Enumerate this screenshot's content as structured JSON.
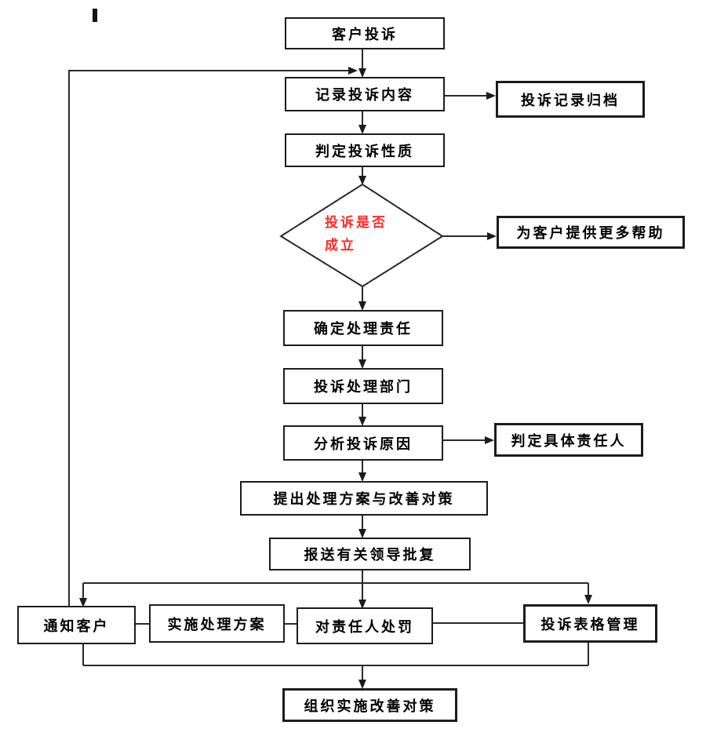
{
  "diagram": {
    "type": "flowchart",
    "language": "zh-CN",
    "colors": {
      "background": "#ffffff",
      "line": "#2a2a2a",
      "box_border": "#1c1c1c",
      "text": "#000000",
      "decision_text": "#ff2a2a"
    }
  },
  "nodes": {
    "customer_complaint": {
      "label": "客户投诉"
    },
    "record_content": {
      "label": "记录投诉内容"
    },
    "record_archive": {
      "label": "投诉记录归档"
    },
    "judge_nature": {
      "label": "判定投诉性质"
    },
    "validity_decision": {
      "line1": "投诉是否",
      "line2": "成立"
    },
    "provide_help": {
      "label": "为客户提供更多帮助"
    },
    "determine_responsibility": {
      "label": "确定处理责任"
    },
    "handling_department": {
      "label": "投诉处理部门"
    },
    "analyze_cause": {
      "label": "分析投诉原因"
    },
    "specific_person": {
      "label": "判定具体责任人"
    },
    "propose_plan": {
      "label": "提出处理方案与改善对策"
    },
    "submit_approval": {
      "label": "报送有关领导批复"
    },
    "notify_customer": {
      "label": "通知客户"
    },
    "implement_plan": {
      "label": "实施处理方案"
    },
    "punish_person": {
      "label": "对责任人处罚"
    },
    "form_management": {
      "label": "投诉表格管理"
    },
    "organize_implement": {
      "label": "组织实施改善对策"
    }
  },
  "flow": [
    "客户投诉 → 记录投诉内容",
    "记录投诉内容 → 投诉记录归档",
    "记录投诉内容 → 判定投诉性质",
    "判定投诉性质 → 投诉是否成立",
    "投诉是否成立 → 为客户提供更多帮助",
    "投诉是否成立 → 确定处理责任",
    "确定处理责任 → 投诉处理部门",
    "投诉处理部门 → 分析投诉原因",
    "分析投诉原因 → 判定具体责任人",
    "分析投诉原因 → 提出处理方案与改善对策",
    "提出处理方案与改善对策 → 报送有关领导批复",
    "报送有关领导批复 → 通知客户",
    "报送有关领导批复 → 对责任人处罚",
    "报送有关领导批复 → 投诉表格管理",
    "通知客户 ↔ 实施处理方案 ↔ 对责任人处罚 ↔ 投诉表格管理",
    "通知客户 → 记录投诉内容",
    "通知客户 / 投诉表格管理 → 组织实施改善对策"
  ]
}
